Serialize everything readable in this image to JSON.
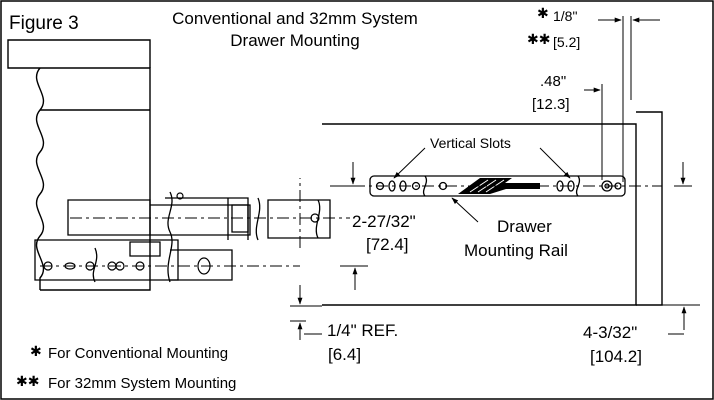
{
  "figure": {
    "label": "Figure 3",
    "title_line1": "Conventional and 32mm System",
    "title_line2": "Drawer Mounting"
  },
  "callouts": {
    "vertical_slots": "Vertical Slots",
    "rail_line1": "Drawer",
    "rail_line2": "Mounting Rail"
  },
  "dimensions": {
    "conv_offset": "1/8\"",
    "sys32_offset": "[5.2]",
    "rail_setback": ".48\"",
    "rail_setback_mm": "[12.3]",
    "rail_height": "2-27/32\"",
    "rail_height_mm": "[72.4]",
    "ref_height": "1/4\" REF.",
    "ref_height_mm": "[6.4]",
    "bottom_height": "4-3/32\"",
    "bottom_height_mm": "[104.2]"
  },
  "legend": {
    "single_star": "✱",
    "double_star": "✱✱",
    "conventional": "For Conventional Mounting",
    "system32": "For 32mm System Mounting"
  }
}
